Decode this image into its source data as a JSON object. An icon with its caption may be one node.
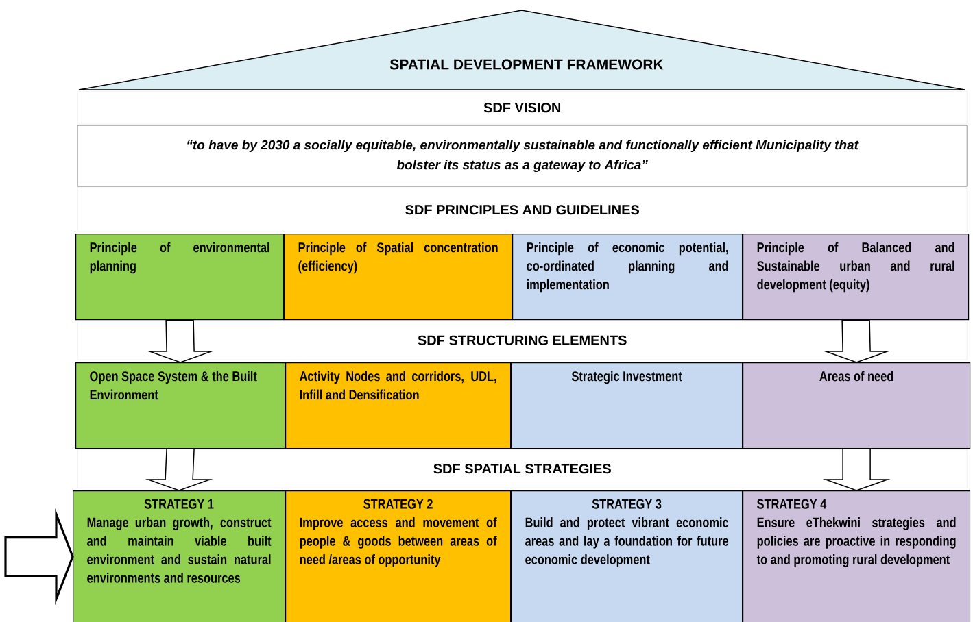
{
  "diagram": {
    "nodes": [
      {
        "text": [
          "SPATIAL DEVELOPMENT FRAMEWORK"
        ]
      },
      {
        "text": [
          "SDF VISION"
        ]
      },
      {
        "text": [
          "“to have by 2030 a socially equitable, environmentally sustainable and functionally efficient Municipality that bolster its status as a gateway to Africa”"
        ]
      },
      {
        "text": [
          "SDF PRINCIPLES AND GUIDELINES"
        ]
      },
      {
        "text": [
          "Principle of environmental planning"
        ]
      },
      {
        "text": [
          "Principle of Spatial concentration (efficiency)"
        ]
      },
      {
        "text": [
          "Principle of economic potential, co-ordinated planning and implementation"
        ]
      },
      {
        "text": [
          "Principle of Balanced and Sustainable urban and rural development (equity)"
        ]
      },
      {
        "text": [
          "SDF STRUCTURING ELEMENTS"
        ]
      },
      {
        "text": [
          "Open Space System & the Built Environment"
        ]
      },
      {
        "text": [
          "Activity Nodes and corridors, UDL, Infill and Densification"
        ]
      },
      {
        "text": [
          "Strategic Investment"
        ]
      },
      {
        "text": [
          "Areas of need"
        ]
      },
      {
        "text": [
          "SDF SPATIAL STRATEGIES"
        ]
      },
      {
        "text": [
          "STRATEGY 1",
          "Manage urban growth, construct and maintain viable built environment and sustain natural environments and resources"
        ]
      },
      {
        "text": [
          "STRATEGY 2",
          "Improve access and movement of people & goods between areas of need /areas of opportunity"
        ]
      },
      {
        "text": [
          "STRATEGY 3",
          "Build and protect vibrant economic areas and lay a foundation for future economic development"
        ]
      },
      {
        "text": [
          "STRATEGY 4",
          "Ensure eThekwini strategies and policies are proactive in responding to and promoting rural development"
        ]
      }
    ],
    "edges": [
      {
        "from": 4,
        "to": 9,
        "arrow": "to"
      },
      {
        "from": 7,
        "to": 12,
        "arrow": "to"
      },
      {
        "from": 9,
        "to": 14,
        "arrow": "to"
      },
      {
        "from": 12,
        "to": 17,
        "arrow": "to"
      },
      {
        "from": null,
        "to": 14,
        "arrow": "to",
        "style": "thick"
      }
    ]
  }
}
